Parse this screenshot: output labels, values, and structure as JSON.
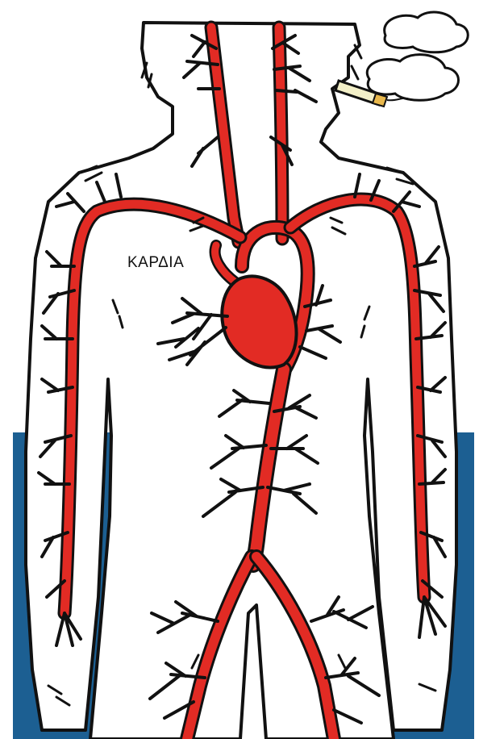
{
  "labels": {
    "heart": "ΚΑΡΔΙΑ"
  },
  "colors": {
    "background": "#ffffff",
    "panel": "#1c5f92",
    "artery": "#e22b24",
    "outline": "#111111",
    "body": "#ffffff",
    "cigarette": "#f3f0c8",
    "cigarette_tip": "#e9b84c"
  },
  "icons": [
    "torso-outline",
    "heart-shape",
    "artery-network",
    "cigarette-icon",
    "smoke-cloud"
  ]
}
